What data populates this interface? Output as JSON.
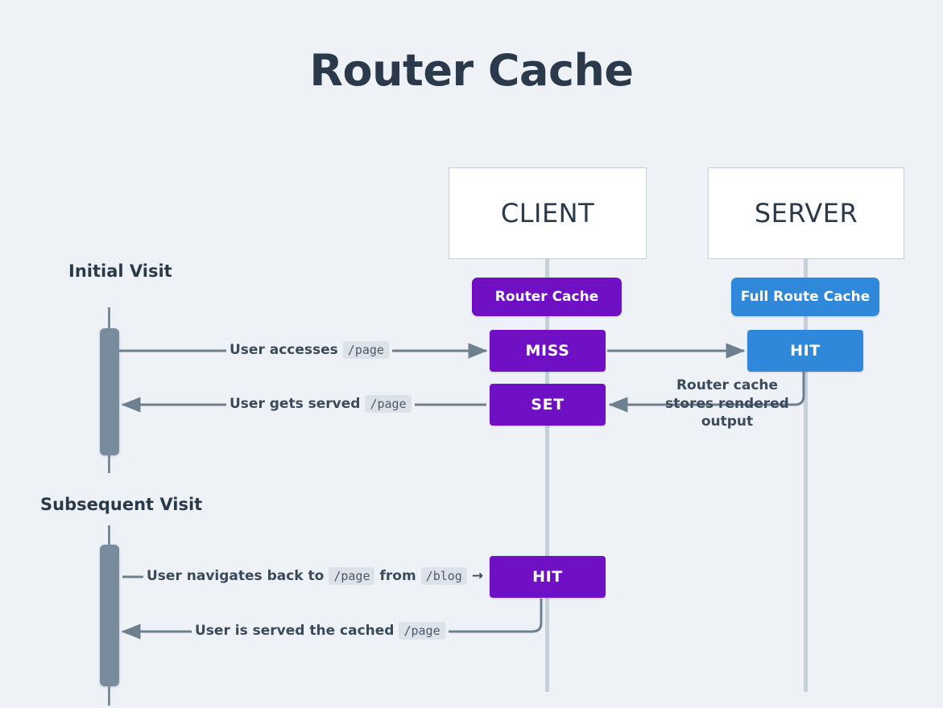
{
  "page": {
    "title": "Router Cache",
    "background_color": "#eef2f6",
    "title_color": "#2b3a4a"
  },
  "colors": {
    "purple": "#7010c5",
    "blue": "#2f88da",
    "activation": "#788c9e",
    "lifeline": "#c5cfda",
    "arrow": "#6d8090",
    "code_bg": "#dde2e8"
  },
  "participants": [
    {
      "name": "client",
      "label": "CLIENT"
    },
    {
      "name": "server",
      "label": "SERVER"
    }
  ],
  "cache_labels": [
    {
      "name": "router-cache",
      "label": "Router Cache",
      "color": "purple"
    },
    {
      "name": "full-route-cache",
      "label": "Full Route Cache",
      "color": "blue"
    }
  ],
  "sections": [
    {
      "name": "initial-visit",
      "label": "Initial Visit"
    },
    {
      "name": "subsequent-visit",
      "label": "Subsequent Visit"
    }
  ],
  "states": [
    {
      "name": "client-miss",
      "label": "MISS",
      "color": "purple"
    },
    {
      "name": "server-hit",
      "label": "HIT",
      "color": "blue"
    },
    {
      "name": "client-set",
      "label": "SET",
      "color": "purple"
    },
    {
      "name": "client-hit",
      "label": "HIT",
      "color": "purple"
    }
  ],
  "messages": [
    {
      "name": "user-accesses-page",
      "parts": [
        {
          "type": "text",
          "value": "User accesses"
        },
        {
          "type": "code",
          "value": "/page"
        }
      ]
    },
    {
      "name": "user-gets-served-page",
      "parts": [
        {
          "type": "text",
          "value": "User gets served"
        },
        {
          "type": "code",
          "value": "/page"
        }
      ]
    },
    {
      "name": "user-navigates-back",
      "parts": [
        {
          "type": "text",
          "value": "User navigates back to"
        },
        {
          "type": "code",
          "value": "/page"
        },
        {
          "type": "text",
          "value": "from"
        },
        {
          "type": "code",
          "value": "/blog"
        },
        {
          "type": "text",
          "value": "→"
        }
      ]
    },
    {
      "name": "user-served-cached-page",
      "parts": [
        {
          "type": "text",
          "value": "User is served the cached"
        },
        {
          "type": "code",
          "value": "/page"
        }
      ]
    }
  ],
  "notes": [
    {
      "name": "router-cache-stores-note",
      "lines": [
        "Router cache",
        "stores rendered",
        "output"
      ]
    }
  ]
}
